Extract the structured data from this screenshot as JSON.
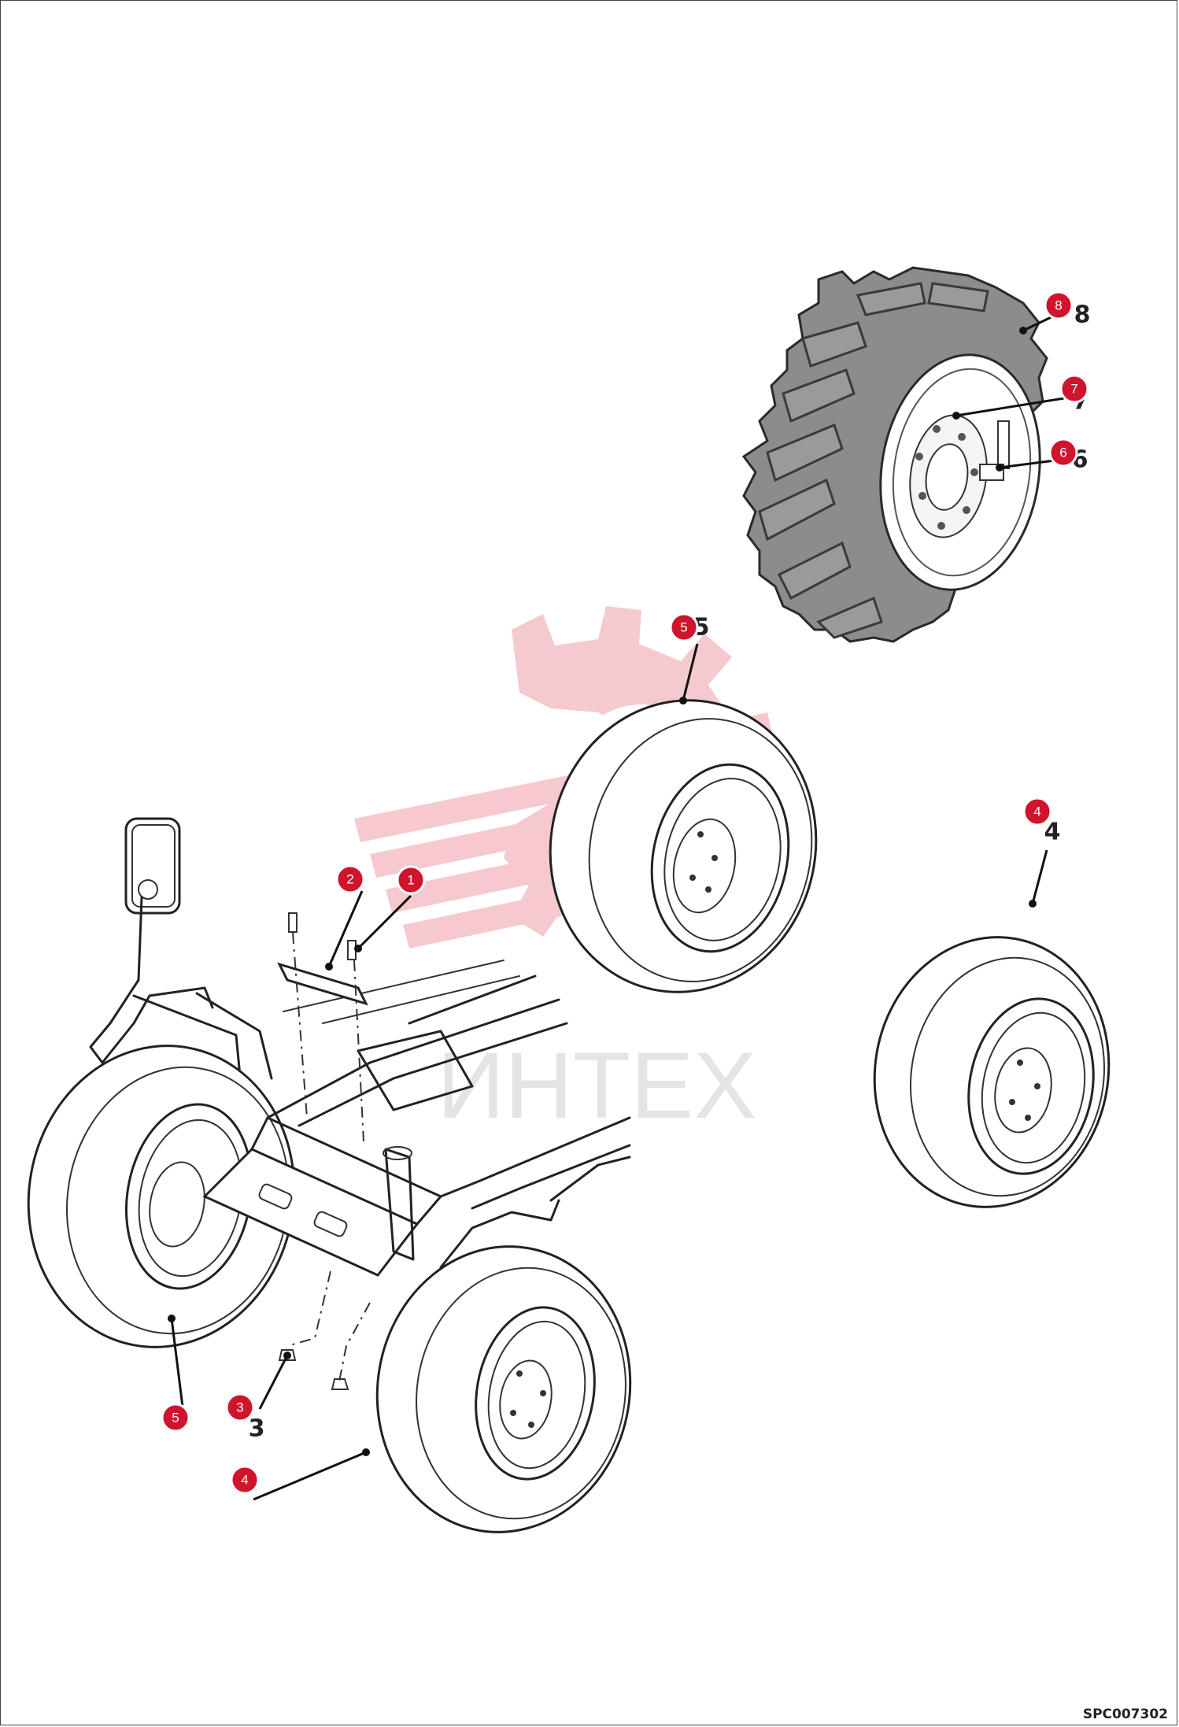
{
  "drawing_code": "SPC007302",
  "watermark": {
    "text": "ИНТЕХ",
    "color": "#f4c4c9"
  },
  "accent_color": "#d0142c",
  "callouts": [
    {
      "id": "c1",
      "label": "1",
      "part": "1"
    },
    {
      "id": "c2",
      "label": "2",
      "part": "2"
    },
    {
      "id": "c3",
      "label": "3",
      "part": "3"
    },
    {
      "id": "c4a",
      "label": "4",
      "part": "4"
    },
    {
      "id": "c4b",
      "label": "4",
      "part": "4"
    },
    {
      "id": "c5a",
      "label": "5",
      "part": "5"
    },
    {
      "id": "c5b",
      "label": "5",
      "part": "5"
    },
    {
      "id": "c6",
      "label": "6",
      "part": "6"
    },
    {
      "id": "c7",
      "label": "7",
      "part": "7"
    },
    {
      "id": "c8",
      "label": "8",
      "part": "8"
    }
  ]
}
